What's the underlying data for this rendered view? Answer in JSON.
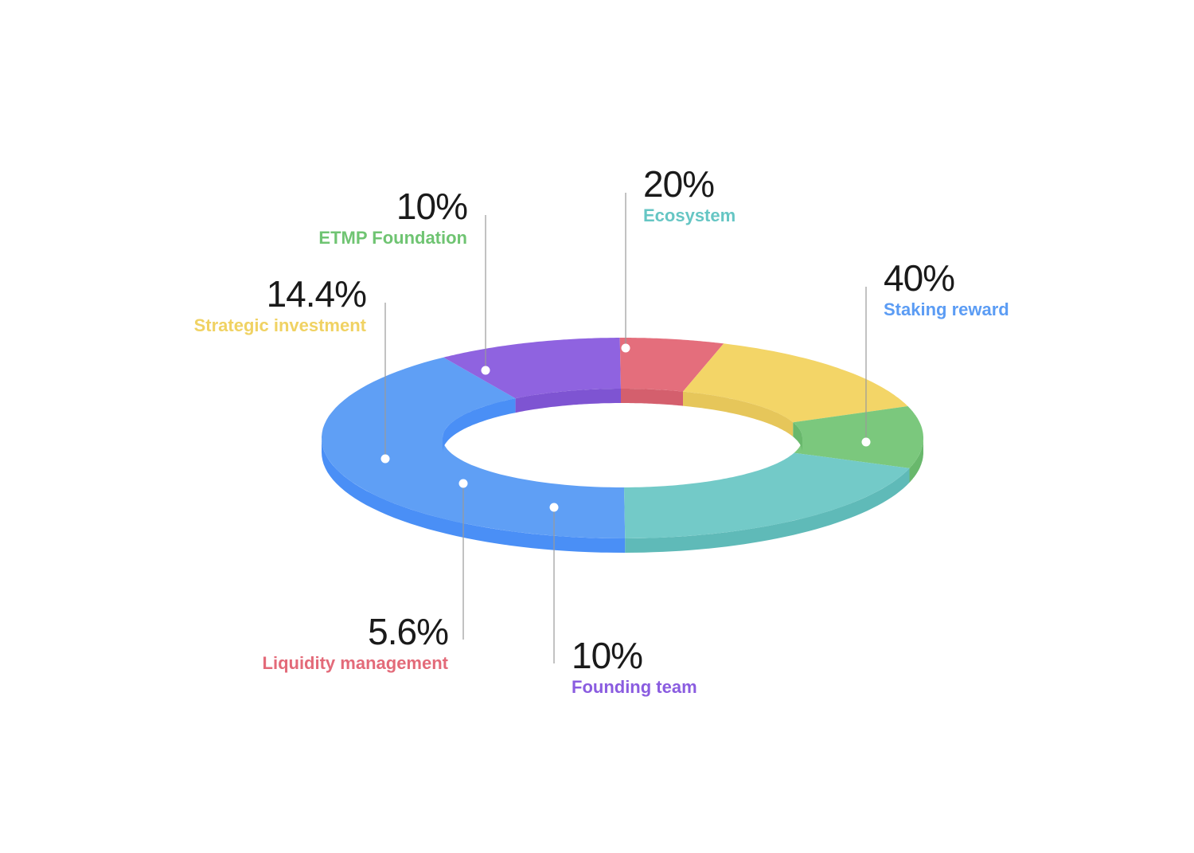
{
  "chart_data": {
    "type": "pie",
    "style": "3d-donut",
    "title": "",
    "series": [
      {
        "name": "Staking reward",
        "label": "40%",
        "value": 40,
        "color": "#5f9ff5",
        "side_color": "#4a8ff6"
      },
      {
        "name": "Founding team",
        "label": "10%",
        "value": 10,
        "color": "#8f63e0",
        "side_color": "#7e54d2"
      },
      {
        "name": "Liquidity management",
        "label": "5.6%",
        "value": 5.6,
        "color": "#e46e7c",
        "side_color": "#d45f6d"
      },
      {
        "name": "Strategic investment",
        "label": "14.4%",
        "value": 14.4,
        "color": "#f3d567",
        "side_color": "#e6c65a"
      },
      {
        "name": "ETMP Foundation",
        "label": "10%",
        "value": 10,
        "color": "#7bc87d",
        "side_color": "#69b86c"
      },
      {
        "name": "Ecosystem",
        "label": "20%",
        "value": 20,
        "color": "#73cac8",
        "side_color": "#5fbab8"
      }
    ]
  }
}
